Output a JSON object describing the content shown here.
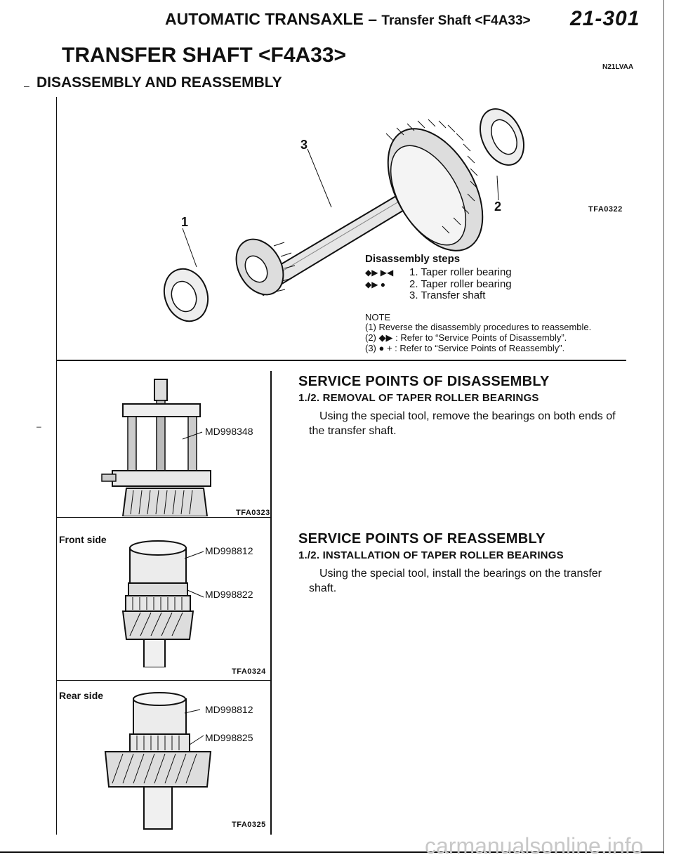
{
  "header": {
    "section_title": "AUTOMATIC TRANSAXLE",
    "dash": "–",
    "subsection": "Transfer Shaft <F4A33>",
    "page_number": "21-301"
  },
  "page": {
    "title": "TRANSFER SHAFT <F4A33>",
    "ref_code": "N21LVAA",
    "subtitle": "DISASSEMBLY AND REASSEMBLY"
  },
  "main_figure": {
    "callouts": [
      "1",
      "2",
      "3"
    ],
    "code": "TFA0322",
    "steps_title": "Disassembly steps",
    "steps": [
      {
        "symbol": "◆▶ ▶◀",
        "text": "1. Taper roller bearing"
      },
      {
        "symbol": "◆▶  ●",
        "text": "2. Taper roller bearing"
      },
      {
        "symbol": "",
        "text": "3. Transfer shaft"
      }
    ],
    "note_title": "NOTE",
    "notes": [
      "(1) Reverse the disassembly procedures to reassemble.",
      "(2) ◆▶ : Refer to “Service Points of Disassembly”.",
      "(3)   ●   + : Refer to “Service Points of Reassembly”."
    ]
  },
  "fig_disassembly": {
    "tool_label": "MD998348",
    "code": "TFA0323"
  },
  "fig_front": {
    "side_label": "Front side",
    "tool_a": "MD998812",
    "tool_b": "MD998822",
    "code": "TFA0324"
  },
  "fig_rear": {
    "side_label": "Rear side",
    "tool_a": "MD998812",
    "tool_b": "MD998825",
    "code": "TFA0325"
  },
  "disassembly": {
    "title": "SERVICE POINTS OF DISASSEMBLY",
    "step_no": "1./2.",
    "step_title": "REMOVAL OF TAPER ROLLER BEARINGS",
    "body": "Using the special tool, remove the bearings on both ends of the transfer shaft."
  },
  "reassembly": {
    "title": "SERVICE POINTS OF REASSEMBLY",
    "step_no": "1./2.",
    "step_title": "INSTALLATION OF TAPER ROLLER BEARINGS",
    "body": "Using the special tool, install the bearings on the transfer shaft."
  },
  "watermark": "carmanualsonline.info"
}
